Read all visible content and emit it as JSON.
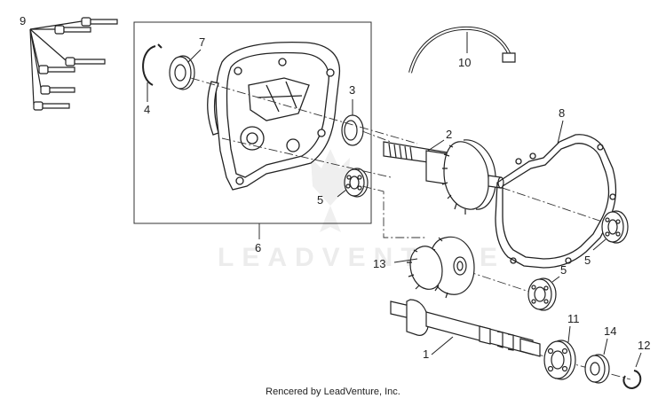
{
  "diagram": {
    "callouts": {
      "c1": "1",
      "c2": "2",
      "c3": "3",
      "c4": "4",
      "c5a": "5",
      "c5b": "5",
      "c5c": "5",
      "c6": "6",
      "c7": "7",
      "c8": "8",
      "c9": "9",
      "c10": "10",
      "c11": "11",
      "c12": "12",
      "c13": "13",
      "c14": "14"
    },
    "watermark": "LEADVENTURE",
    "footer": "Rencered by LeadVenture, Inc.",
    "colors": {
      "line": "#222222",
      "fill": "#ffffff",
      "watermark": "#ececec"
    }
  }
}
